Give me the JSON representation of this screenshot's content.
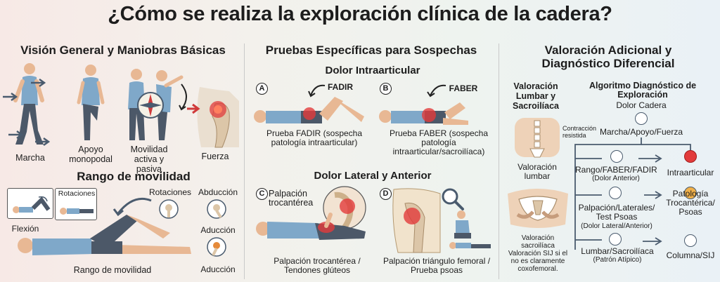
{
  "title": "¿Cómo se realiza la exploración clínica de la cadera?",
  "col1": {
    "heading": "Visión General y Maniobras Básicas",
    "figures": {
      "marcha": "Marcha",
      "apoyo": "Apoyo monopodal",
      "movilidad": "Movilidad activa y pasiva",
      "fuerza": "Fuerza"
    },
    "rango_heading": "Rango de movilidad",
    "rotaciones_box": "Rotaciones",
    "flexion": "Flexión",
    "rotaciones": "Rotaciones",
    "abduccion": "Abducción",
    "aduccion1": "Aducción",
    "aduccion2": "Aducción",
    "rango_caption": "Rango de movilidad"
  },
  "col2": {
    "heading": "Pruebas Específicas para Sospechas",
    "intra_heading": "Dolor Intraarticular",
    "a": {
      "badge": "A",
      "tag": "FADIR",
      "caption": "Prueba FADIR (sospecha patología intraarticular)"
    },
    "b": {
      "badge": "B",
      "tag": "FABER",
      "caption": "Prueba FABER (sospecha patología intraarticular/sacroilíaca)"
    },
    "lat_heading": "Dolor Lateral y Anterior",
    "c": {
      "badge": "C",
      "tag": "Palpación trocantérea",
      "caption": "Palpación trocantérea / Tendones glúteos"
    },
    "d": {
      "badge": "D",
      "caption": "Palpación triángulo femoral / Prueba psoas"
    }
  },
  "col3": {
    "heading": "Valoración Adicional y Diagnóstico Diferencial",
    "lumbar_heading": "Valoración Lumbar y Sacroilíaca",
    "contraccion": "Contracción resistida",
    "val_lumbar": "Valoración lumbar",
    "val_sacro": "Valoración sacroilíaca Valoración SIJ si el no es claramente coxofemoral.",
    "algo_heading": "Algoritmo Diagnóstico de Exploración",
    "dolor_cadera": "Dolor Cadera",
    "marcha_apoyo": "Marcha/Apoyo/Fuerza",
    "rango_faber": "Rango/FABER/FADIR",
    "rango_faber_sub": "(Dolor Anterior)",
    "intraarticular": "Intraarticular",
    "palpacion": "Palpación/Laterales/ Test Psoas",
    "palpacion_sub": "(Dolor Lateral/Anterior)",
    "patologia": "Patología Trocantérica/ Psoas",
    "lumbar_sacro": "Lumbar/Sacroilíaca",
    "lumbar_sacro_sub": "(Patrón Atípico)",
    "columna": "Columna/SIJ"
  },
  "colors": {
    "skin": "#e8b894",
    "shirt": "#7fa8c9",
    "pants": "#4c5868",
    "pain": "#e23b3b",
    "arrow": "#4a5b6e"
  }
}
